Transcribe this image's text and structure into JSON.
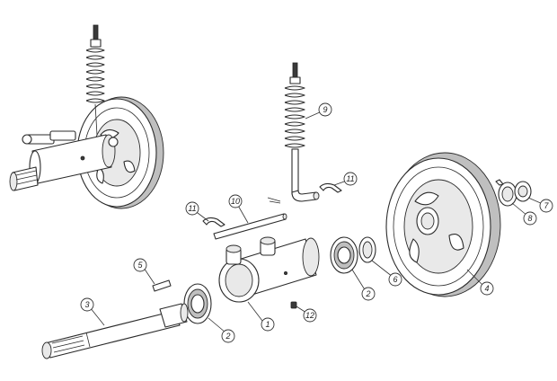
{
  "diagram": {
    "callouts": [
      {
        "id": "c1",
        "label": "1"
      },
      {
        "id": "c2a",
        "label": "2"
      },
      {
        "id": "c2b",
        "label": "2"
      },
      {
        "id": "c3",
        "label": "3"
      },
      {
        "id": "c4",
        "label": "4"
      },
      {
        "id": "c5",
        "label": "5"
      },
      {
        "id": "c6",
        "label": "6"
      },
      {
        "id": "c7",
        "label": "7"
      },
      {
        "id": "c8",
        "label": "8"
      },
      {
        "id": "c9",
        "label": "9"
      },
      {
        "id": "c10",
        "label": "10"
      },
      {
        "id": "c11a",
        "label": "11"
      },
      {
        "id": "c11b",
        "label": "11"
      },
      {
        "id": "c12",
        "label": "12"
      }
    ]
  }
}
